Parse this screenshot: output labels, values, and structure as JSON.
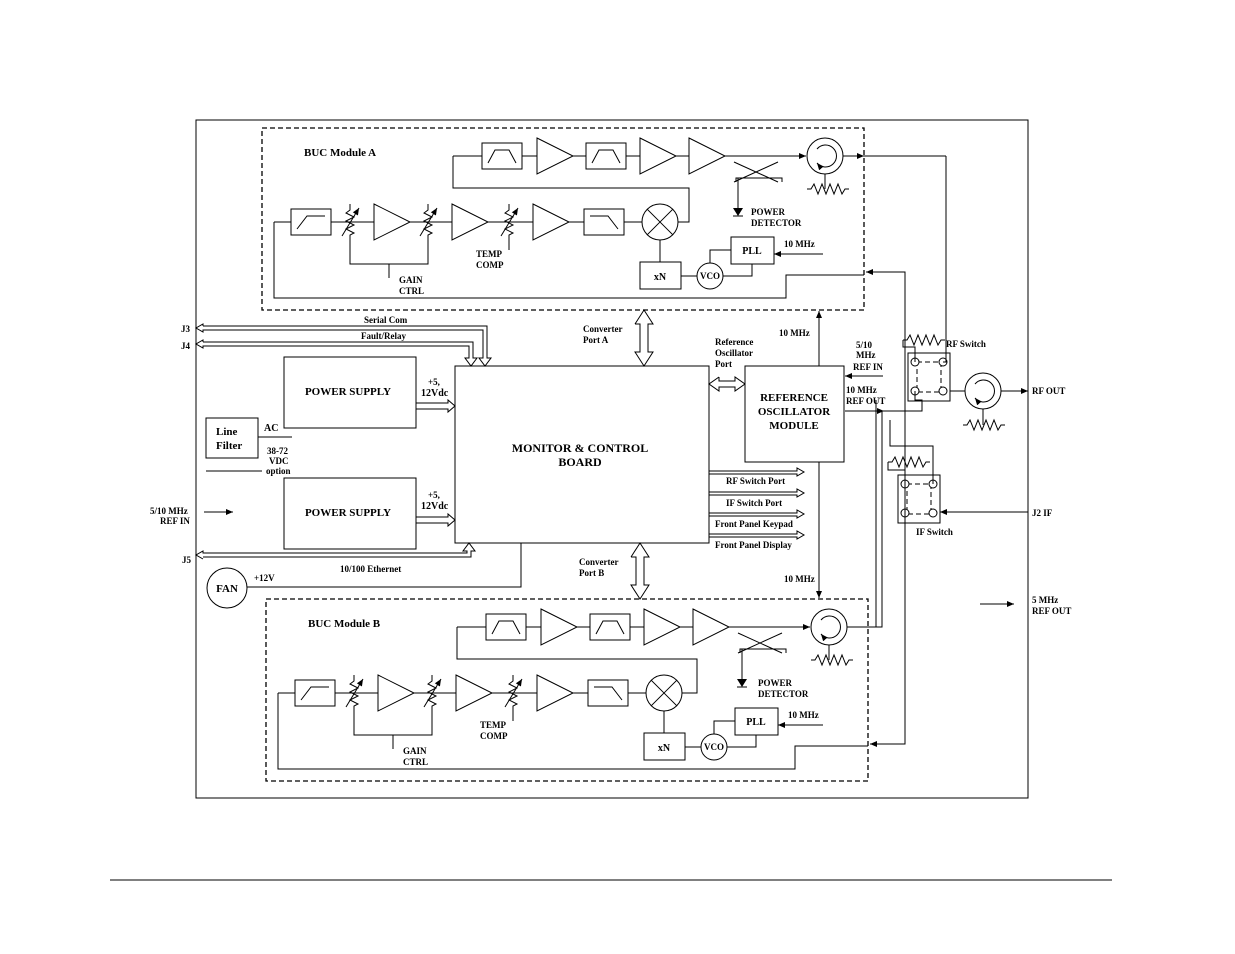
{
  "module_a": {
    "title": "BUC Module A",
    "gain_ctrl_1": "GAIN",
    "gain_ctrl_2": "CTRL",
    "temp_comp_1": "TEMP",
    "temp_comp_2": "COMP",
    "power_det_1": "POWER",
    "power_det_2": "DETECTOR",
    "pll": "PLL",
    "xn": "xN",
    "vco": "VCO",
    "ref_10mhz": "10 MHz"
  },
  "module_b": {
    "title": "BUC Module B",
    "gain_ctrl_1": "GAIN",
    "gain_ctrl_2": "CTRL",
    "temp_comp_1": "TEMP",
    "temp_comp_2": "COMP",
    "power_det_1": "POWER",
    "power_det_2": "DETECTOR",
    "pll": "PLL",
    "xn": "xN",
    "vco": "VCO",
    "ref_10mhz": "10 MHz"
  },
  "ports": {
    "j3": "J3",
    "j4": "J4",
    "j5": "J5",
    "serial_com": "Serial Com",
    "fault_relay": "Fault/Relay",
    "ethernet": "10/100  Ethernet",
    "conv_a_1": "Converter",
    "conv_a_2": "Port A",
    "conv_b_1": "Converter",
    "conv_b_2": "Port B",
    "ref_osc_port_1": "Reference",
    "ref_osc_port_2": "Oscillator",
    "ref_osc_port_3": "Port",
    "rf_switch_port": "RF Switch Port",
    "if_switch_port": "IF Switch Port",
    "fp_keypad": "Front Panel  Keypad",
    "fp_display": "Front Panel  Display"
  },
  "blocks": {
    "psu1": "POWER SUPPLY",
    "psu2": "POWER SUPPLY",
    "psu_v1_1": "+5,",
    "psu_v1_2": "12Vdc",
    "psu_v2_1": "+5,",
    "psu_v2_2": "12Vdc",
    "mc_1": "MONITOR & CONTROL",
    "mc_2": "BOARD",
    "ref_1": "REFERENCE",
    "ref_2": "OSCILLATOR",
    "ref_3": "MODULE",
    "line_filter_1": "Line",
    "line_filter_2": "Filter",
    "ac": "AC",
    "vdc_1": "38-72",
    "vdc_2": "VDC",
    "vdc_3": "option",
    "fan": "FAN",
    "fan_v": "+12V"
  },
  "signals": {
    "ref_in_left_1": "5/10 MHz",
    "ref_in_left_2": "REF IN",
    "ten_mhz_top": "10 MHz",
    "ten_mhz_bottom": "10 MHz",
    "ref_in_right_1": "5/10",
    "ref_in_right_2": "MHz",
    "ref_in_right_3": "REF IN",
    "ref_out_1": "10 MHz",
    "ref_out_2": "REF OUT",
    "rf_switch": "RF Switch",
    "rf_out": "RF OUT",
    "if_switch": "IF Switch",
    "j2_if": "J2 IF",
    "five_mhz_1": "5 MHz",
    "five_mhz_2": "REF OUT"
  }
}
